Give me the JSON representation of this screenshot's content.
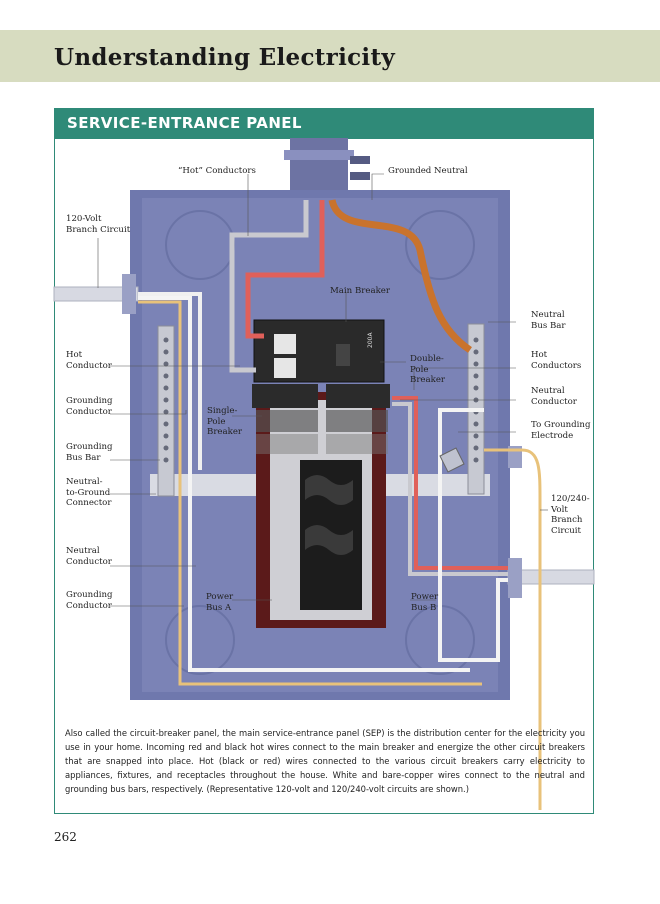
{
  "page": {
    "title": "Understanding Electricity",
    "number": "262"
  },
  "figure": {
    "title": "SERVICE-ENTRANCE PANEL",
    "labels": {
      "hot_conductors_top": "“Hot” Conductors",
      "grounded_neutral": "Grounded Neutral",
      "branch_120": "120-Volt\nBranch Circuit",
      "main_breaker": "Main Breaker",
      "neutral_bus_bar": "Neutral\nBus Bar",
      "hot_conductor_left": "Hot\nConductor",
      "double_pole_breaker": "Double-\nPole\nBreaker",
      "hot_conductors_right": "Hot\nConductors",
      "grounding_conductor_left": "Grounding\nConductor",
      "single_pole_breaker": "Single-\nPole\nBreaker",
      "neutral_conductor_right": "Neutral\nConductor",
      "to_grounding_electrode": "To Grounding\nElectrode",
      "grounding_bus_bar": "Grounding\nBus Bar",
      "neutral_to_ground": "Neutral-\nto-Ground\nConnector",
      "branch_120_240": "120/240-\nVolt\nBranch\nCircuit",
      "neutral_conductor_left": "Neutral\nConductor",
      "grounding_conductor_left_2": "Grounding\nConductor",
      "power_bus_a": "Power\nBus A",
      "power_bus_b": "Power\nBus B",
      "main_breaker_rating": "200A"
    },
    "caption": "Also called the circuit-breaker panel, the main service-entrance panel (SEP) is the distribution center for the electricity you use in your home. Incoming red and black hot wires connect to the main breaker and energize the other circuit breakers that are snapped into place. Hot (black or red) wires connected to the various circuit breakers carry electricity to appliances, fixtures, and receptacles throughout the house. White and bare-copper wires connect to the neutral and grounding bus bars, respectively. (Representative 120-volt and 120/240-volt circuits are shown.)"
  },
  "colors": {
    "header_band": "#d7dcc0",
    "accent": "#2f8a78",
    "panel": "#7b83b6",
    "wire_red": "#e0605a",
    "wire_copper": "#c9732d",
    "wire_white": "#f4f4f4",
    "wire_yellow": "#e8c27a"
  }
}
